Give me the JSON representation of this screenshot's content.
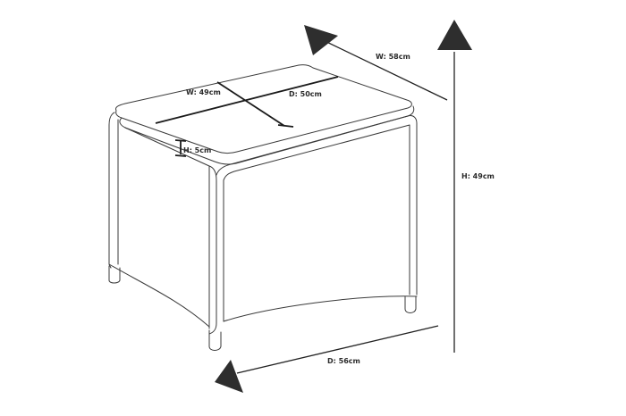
{
  "diagram": {
    "subject": "Garden footstool with seat cushion, line drawing with dimensions",
    "colors": {
      "line": "#3a3a3a",
      "arrow": "#2e2e2e",
      "background": "#ffffff"
    },
    "labels": {
      "overall_width": "W: 58cm",
      "overall_height": "H: 49cm",
      "overall_depth": "D: 56cm",
      "cushion_width": "W: 49cm",
      "cushion_depth": "D: 50cm",
      "cushion_height": "H: 5cm"
    },
    "icons": [
      "arrow-triangle-top-left",
      "arrow-triangle-top-right",
      "arrow-triangle-bottom-left"
    ]
  }
}
